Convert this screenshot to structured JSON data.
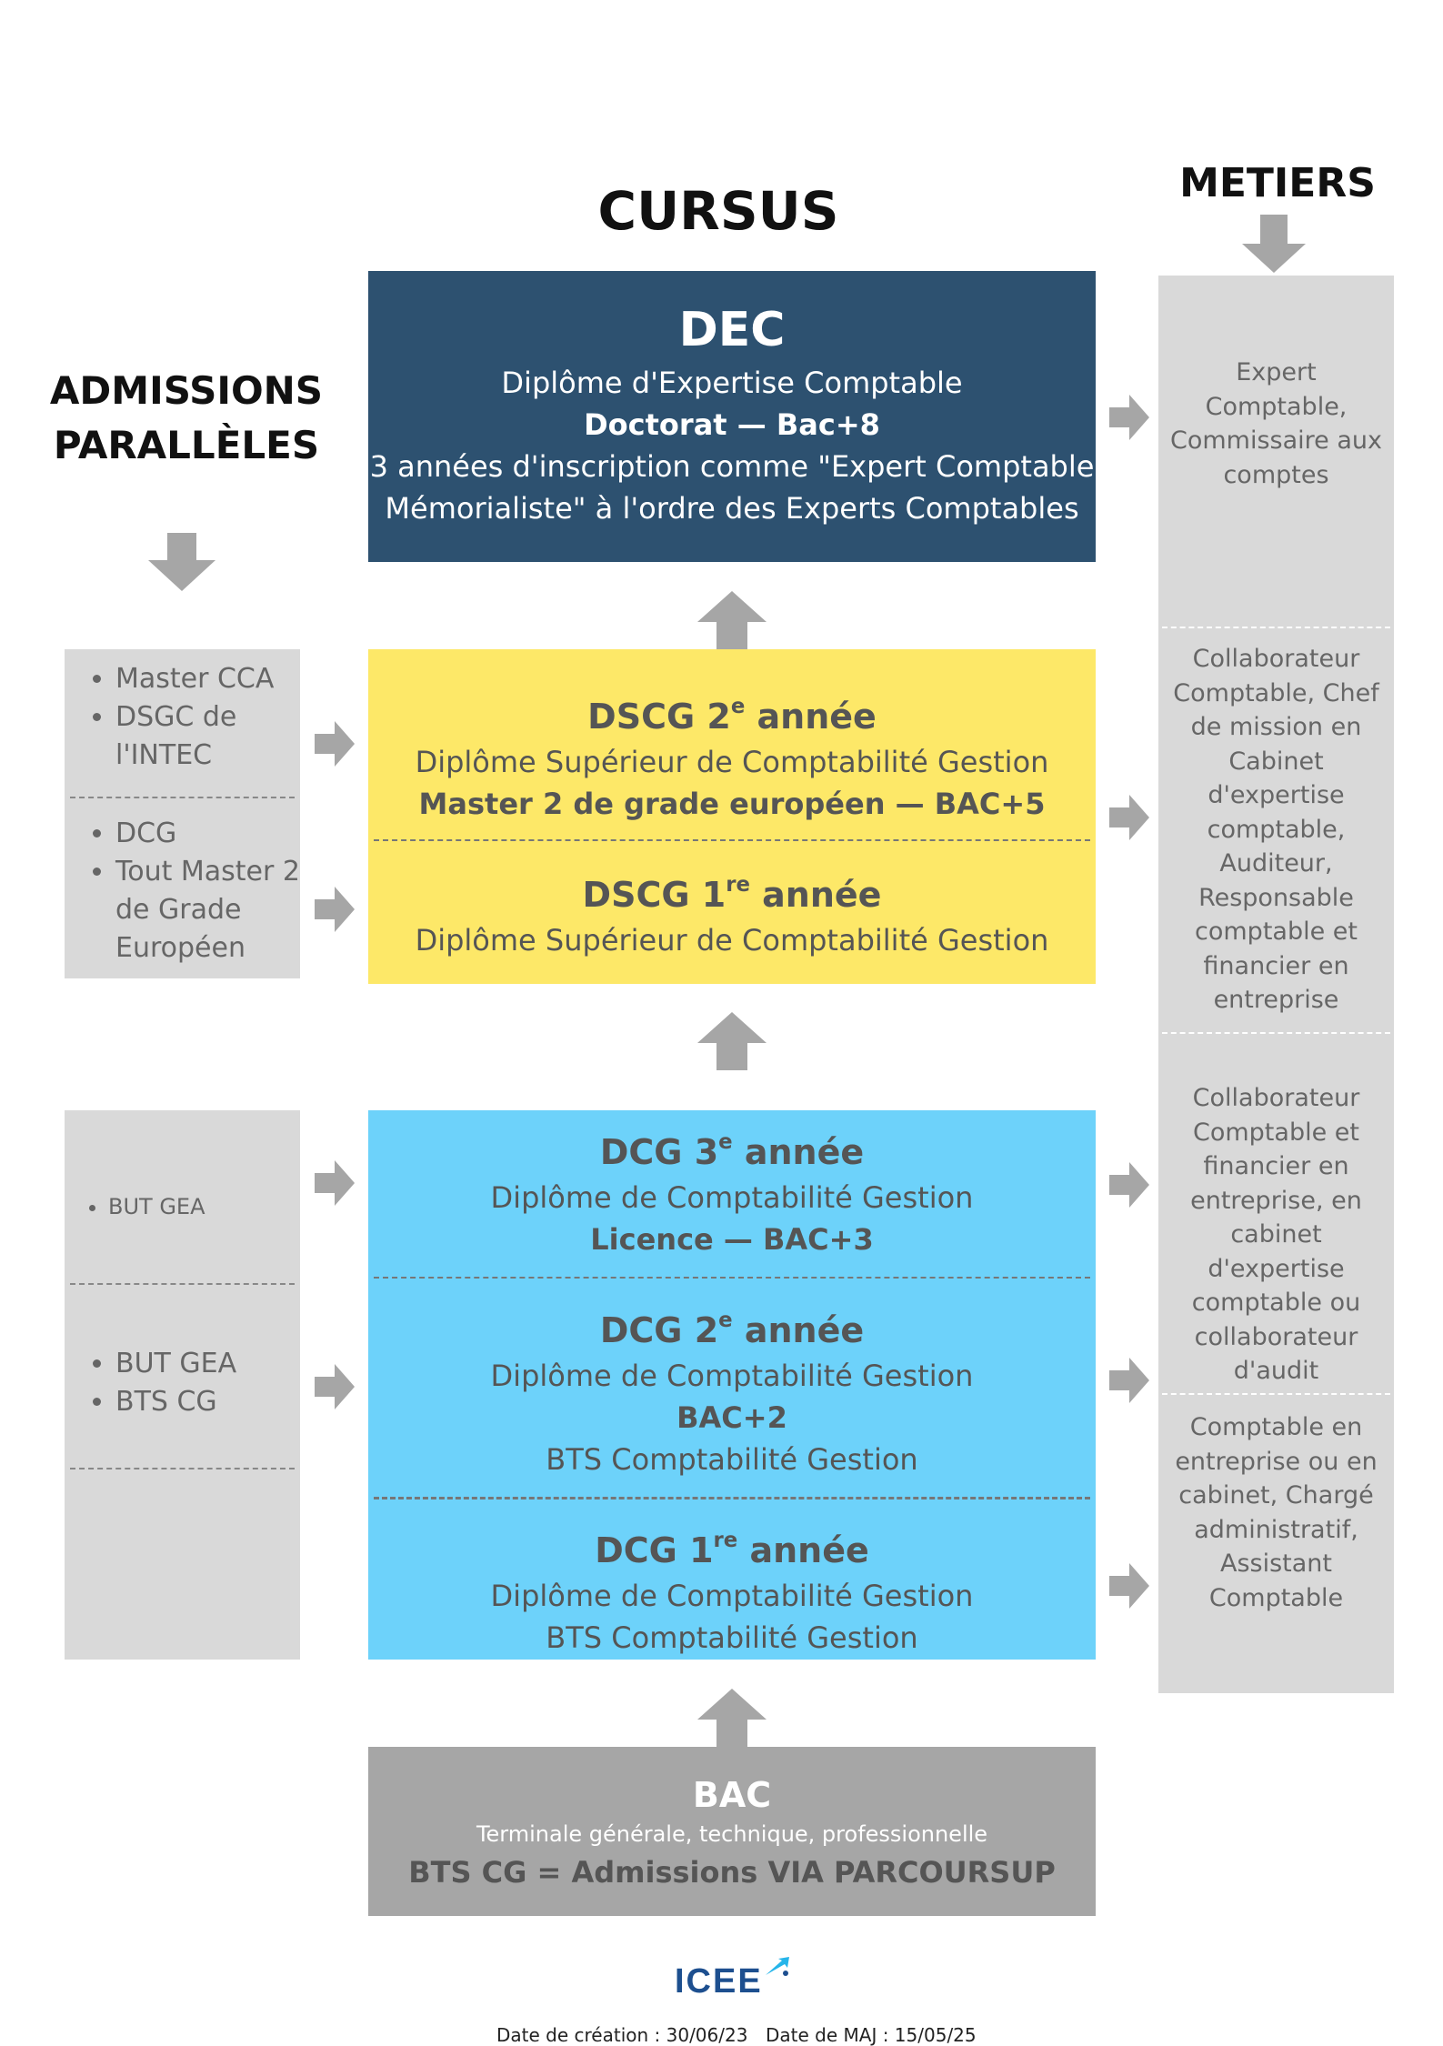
{
  "headings": {
    "cursus": "CURSUS",
    "metiers": "METIERS",
    "admissions_line1": "ADMISSIONS",
    "admissions_line2": "PARALLÈLES"
  },
  "dec": {
    "title": "DEC",
    "line1": "Diplôme d'Expertise Comptable",
    "line2": "Doctorat — Bac+8",
    "line3": "3 années d'inscription comme \"Expert Comptable",
    "line4": "Mémorialiste\" à l'ordre des Experts Comptables"
  },
  "dscg2": {
    "title_prefix": "DSCG 2",
    "title_sup": "e",
    "title_suffix": " année",
    "line1": "Diplôme Supérieur de Comptabilité Gestion",
    "line2": "Master 2 de grade européen — BAC+5"
  },
  "dscg1": {
    "title_prefix": "DSCG 1",
    "title_sup": "re",
    "title_suffix": " année",
    "line1": "Diplôme Supérieur de Comptabilité Gestion"
  },
  "dcg3": {
    "title_prefix": "DCG 3",
    "title_sup": "e",
    "title_suffix": " année",
    "line1": "Diplôme de Comptabilité Gestion",
    "line2": "Licence — BAC+3"
  },
  "dcg2": {
    "title_prefix": "DCG 2",
    "title_sup": "e",
    "title_suffix": " année",
    "line1": "Diplôme de Comptabilité Gestion",
    "line2": "BAC+2",
    "line3": "BTS Comptabilité Gestion"
  },
  "dcg1": {
    "title_prefix": "DCG 1",
    "title_sup": "re",
    "title_suffix": " année",
    "line1": "Diplôme de Comptabilité Gestion",
    "line2": "BTS Comptabilité Gestion"
  },
  "bac": {
    "title": "BAC",
    "line1": "Terminale générale, technique, professionnelle",
    "line2": "BTS CG = Admissions VIA PARCOURSUP"
  },
  "admissions": {
    "group1": [
      "Master CCA",
      "DSGC de l'INTEC"
    ],
    "group2": [
      "DCG",
      "Tout Master 2 de Grade Européen"
    ],
    "group3": [
      "BUT GEA"
    ],
    "group4": [
      "BUT GEA",
      "BTS CG"
    ]
  },
  "metiers": {
    "m1": "Expert Comptable, Commissaire aux comptes",
    "m2": "Collaborateur Comptable, Chef de mission en Cabinet d'expertise comptable, Auditeur, Responsable comptable et financier en entreprise",
    "m3": "Collaborateur Comptable et financier en entreprise, en cabinet d'expertise comptable ou collaborateur d'audit",
    "m4": "Comptable en entreprise ou en cabinet, Chargé administratif, Assistant Comptable"
  },
  "footer": {
    "logo_text": "ICEE",
    "date_creation": "Date de création : 30/06/23",
    "date_maj": "Date de MAJ : 15/05/25"
  },
  "colors": {
    "dec": "#2d5170",
    "dscg": "#fde868",
    "dcg": "#6dd2fa",
    "bac": "#a6a6a6",
    "side": "#d9d9d9",
    "arrow": "#a6a6a6",
    "logo": "#1d4f8f",
    "logo_accent": "#26b5ea"
  }
}
